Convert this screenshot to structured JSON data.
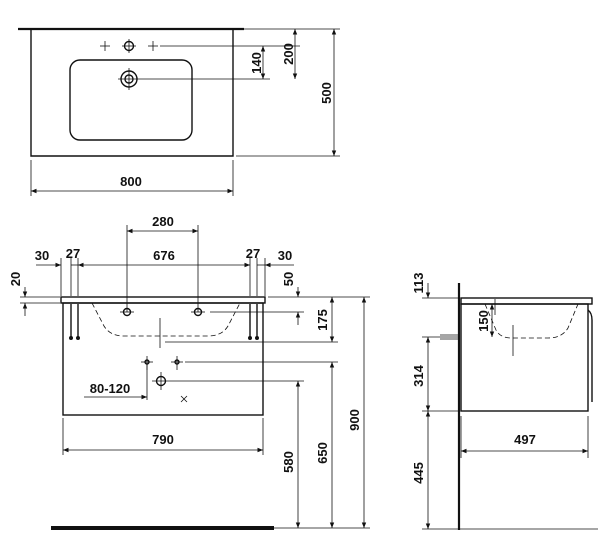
{
  "top_view": {
    "width_label": "800",
    "depth_label": "500",
    "tap_offset_200": "200",
    "drain_offset_140": "140"
  },
  "front_view": {
    "span_280": "280",
    "span_676": "676",
    "left_30": "30",
    "left_27": "27",
    "right_27": "27",
    "right_30": "30",
    "rim_20": "20",
    "rim_50": "50",
    "drop_175": "175",
    "waste_range": "80-120",
    "cabinet_width": "790",
    "height_580": "580",
    "height_650": "650",
    "height_900": "900"
  },
  "side_view": {
    "height_113": "113",
    "height_150": "150",
    "height_314": "314",
    "height_445": "445",
    "depth_497": "497"
  }
}
